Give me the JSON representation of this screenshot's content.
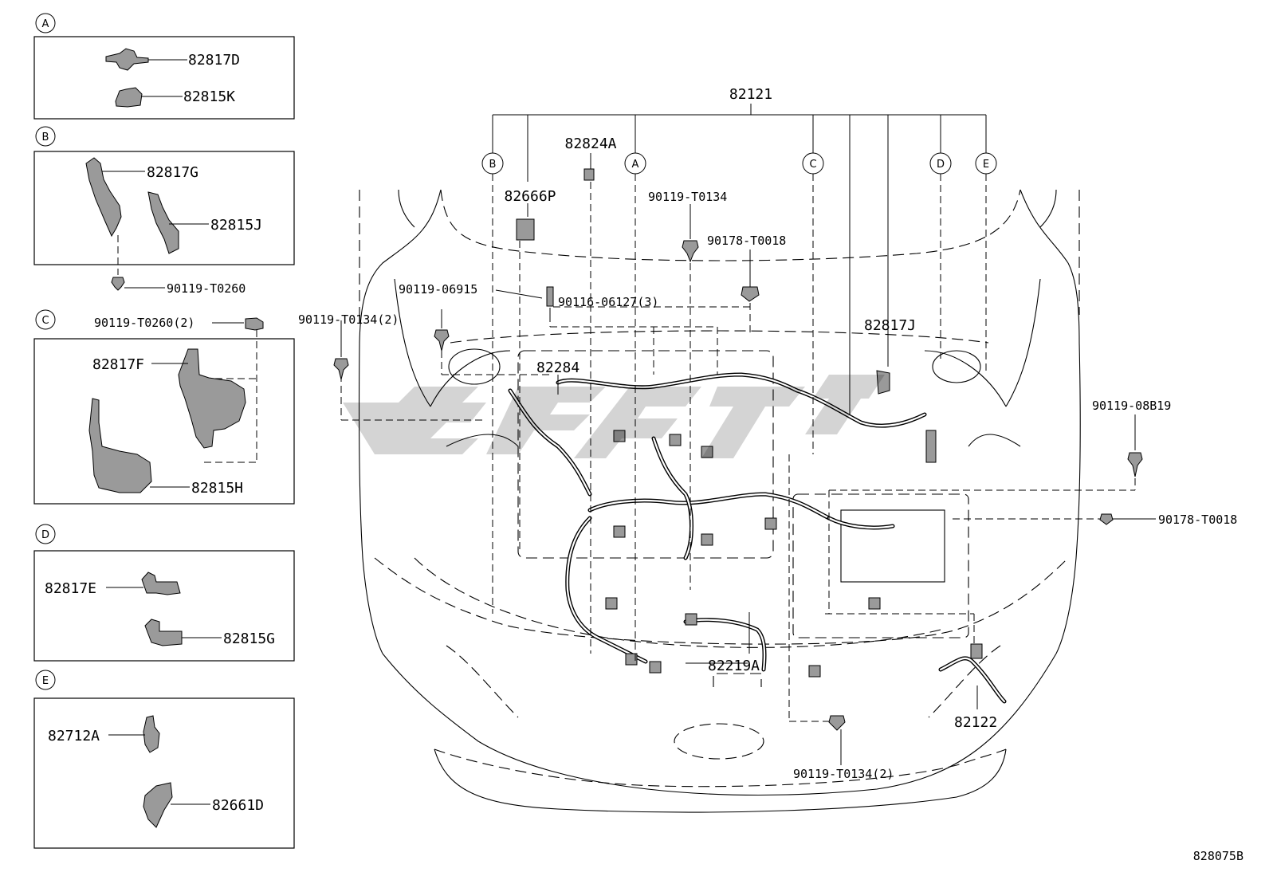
{
  "diagram_number": "828075B",
  "main": {
    "title_part": "82121",
    "markers": [
      "B",
      "A",
      "C",
      "D",
      "E"
    ],
    "labels": {
      "p82824A": "82824A",
      "p82666P": "82666P",
      "p90119T0134_top": "90119-T0134",
      "p90178T0018_top": "90178-T0018",
      "p90119_06915": "90119-06915",
      "p90116_06127": "90116-06127(3)",
      "p90119T0134_2_left": "90119-T0134(2)",
      "p82817J": "82817J",
      "p82284": "82284",
      "p90119_08B19": "90119-08B19",
      "p90178T0018_right": "90178-T0018",
      "p82219A": "82219A",
      "p82122": "82122",
      "p90119T0134_2_bottom": "90119-T0134(2)"
    }
  },
  "insets": [
    {
      "letter": "A",
      "parts": [
        "82817D",
        "82815K"
      ]
    },
    {
      "letter": "B",
      "parts": [
        "82817G",
        "82815J"
      ],
      "fastener": "90119-T0260"
    },
    {
      "letter": "C",
      "parts": [
        "82817F",
        "82815H"
      ],
      "fastener": "90119-T0260(2)"
    },
    {
      "letter": "D",
      "parts": [
        "82817E",
        "82815G"
      ]
    },
    {
      "letter": "E",
      "parts": [
        "82712A",
        "82661D"
      ]
    }
  ]
}
